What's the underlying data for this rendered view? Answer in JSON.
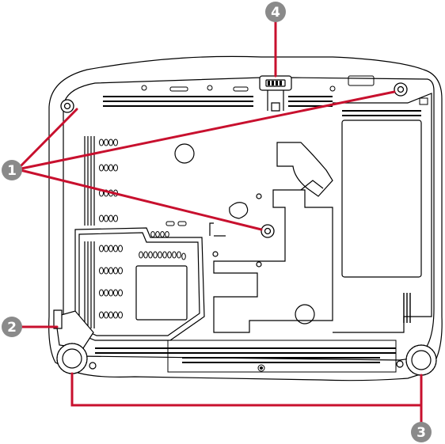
{
  "callouts": [
    {
      "number": "1"
    },
    {
      "number": "2"
    },
    {
      "number": "3"
    },
    {
      "number": "4"
    }
  ],
  "colors": {
    "leader_line": "#c8102e",
    "callout_fill": "#8a8a8a",
    "outline": "#000000"
  }
}
